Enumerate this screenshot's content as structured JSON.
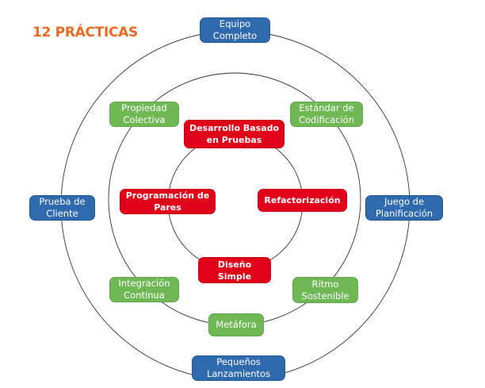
{
  "title": "12 PRÁCTICAS",
  "colors": {
    "title": "#e96b24",
    "outer_ring_nodes": "#2e6aad",
    "middle_ring_nodes": "#6fb855",
    "inner_ring_nodes": "#e1001a",
    "ring_stroke": "#333333"
  },
  "rings": {
    "outer": {
      "color_group": "blue",
      "nodes": [
        {
          "id": "equipo-completo",
          "label": "Equipo\nCompleto"
        },
        {
          "id": "juego-de-planificacion",
          "label": "Juego de\nPlanificación"
        },
        {
          "id": "pequenos-lanzamientos",
          "label": "Pequeños\nLanzamientos"
        },
        {
          "id": "prueba-de-cliente",
          "label": "Prueba de\nCliente"
        }
      ]
    },
    "middle": {
      "color_group": "green",
      "nodes": [
        {
          "id": "propiedad-colectiva",
          "label": "Propiedad\nColectiva"
        },
        {
          "id": "estandar-de-codificacion",
          "label": "Estándar de\nCodificación"
        },
        {
          "id": "ritmo-sostenible",
          "label": "Ritmo\nSostenible"
        },
        {
          "id": "metafora",
          "label": "Metáfora"
        },
        {
          "id": "integracion-continua",
          "label": "Integración\nContinua"
        }
      ]
    },
    "inner": {
      "color_group": "red",
      "nodes": [
        {
          "id": "desarrollo-basado-en-pruebas",
          "label": "Desarrollo Basado\nen Pruebas"
        },
        {
          "id": "refactorizacion",
          "label": "Refactorización"
        },
        {
          "id": "diseno-simple",
          "label": "Diseño\nSimple"
        },
        {
          "id": "programacion-de-pares",
          "label": "Programación de\nPares"
        }
      ]
    }
  }
}
